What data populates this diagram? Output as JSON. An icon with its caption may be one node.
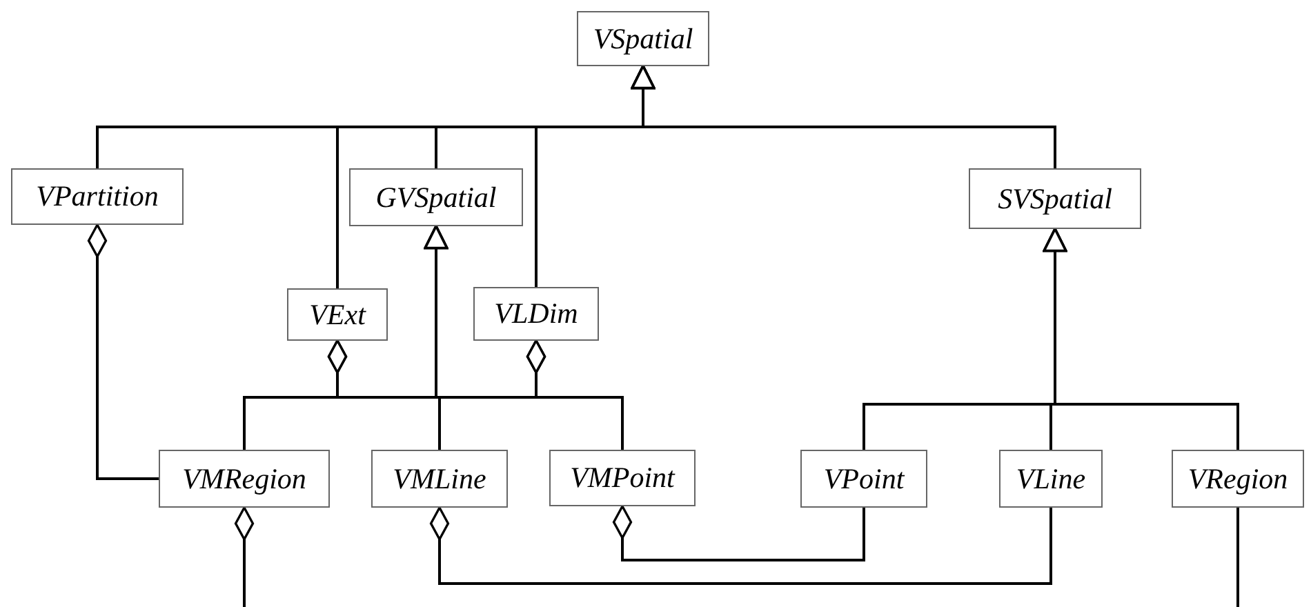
{
  "diagram": {
    "nodes": [
      {
        "text": [
          "VSpatial"
        ]
      },
      {
        "text": [
          "VPartition"
        ]
      },
      {
        "text": [
          "GVSpatial"
        ]
      },
      {
        "text": [
          "SVSpatial"
        ]
      },
      {
        "text": [
          "VExt"
        ]
      },
      {
        "text": [
          "VLDim"
        ]
      },
      {
        "text": [
          "VMRegion"
        ]
      },
      {
        "text": [
          "VMLine"
        ]
      },
      {
        "text": [
          "VMPoint"
        ]
      },
      {
        "text": [
          "VPoint"
        ]
      },
      {
        "text": [
          "VLine"
        ]
      },
      {
        "text": [
          "VRegion"
        ]
      }
    ],
    "edges": [
      {
        "from": 1,
        "to": 0,
        "arrow": "to"
      },
      {
        "from": 4,
        "to": 0,
        "arrow": "to"
      },
      {
        "from": 2,
        "to": 0,
        "arrow": "to"
      },
      {
        "from": 5,
        "to": 0,
        "arrow": "to"
      },
      {
        "from": 3,
        "to": 0,
        "arrow": "to"
      },
      {
        "from": 6,
        "to": 2,
        "arrow": "to"
      },
      {
        "from": 7,
        "to": 2,
        "arrow": "to"
      },
      {
        "from": 8,
        "to": 2,
        "arrow": "to"
      },
      {
        "from": 4,
        "to": 6,
        "arrow": "other"
      },
      {
        "from": 4,
        "to": 7,
        "arrow": "other"
      },
      {
        "from": 4,
        "to": 8,
        "arrow": "other"
      },
      {
        "from": 5,
        "to": 6,
        "arrow": "other"
      },
      {
        "from": 5,
        "to": 7,
        "arrow": "other"
      },
      {
        "from": 5,
        "to": 8,
        "arrow": "other"
      },
      {
        "from": 9,
        "to": 3,
        "arrow": "to"
      },
      {
        "from": 10,
        "to": 3,
        "arrow": "to"
      },
      {
        "from": 11,
        "to": 3,
        "arrow": "to"
      },
      {
        "from": 1,
        "to": 6,
        "arrow": "other"
      },
      {
        "from": 6,
        "to": null,
        "arrow": "other"
      },
      {
        "from": 7,
        "to": 10,
        "arrow": "other"
      },
      {
        "from": 8,
        "to": 9,
        "arrow": "other"
      },
      {
        "from": 11,
        "to": null,
        "arrow": "none"
      }
    ]
  }
}
